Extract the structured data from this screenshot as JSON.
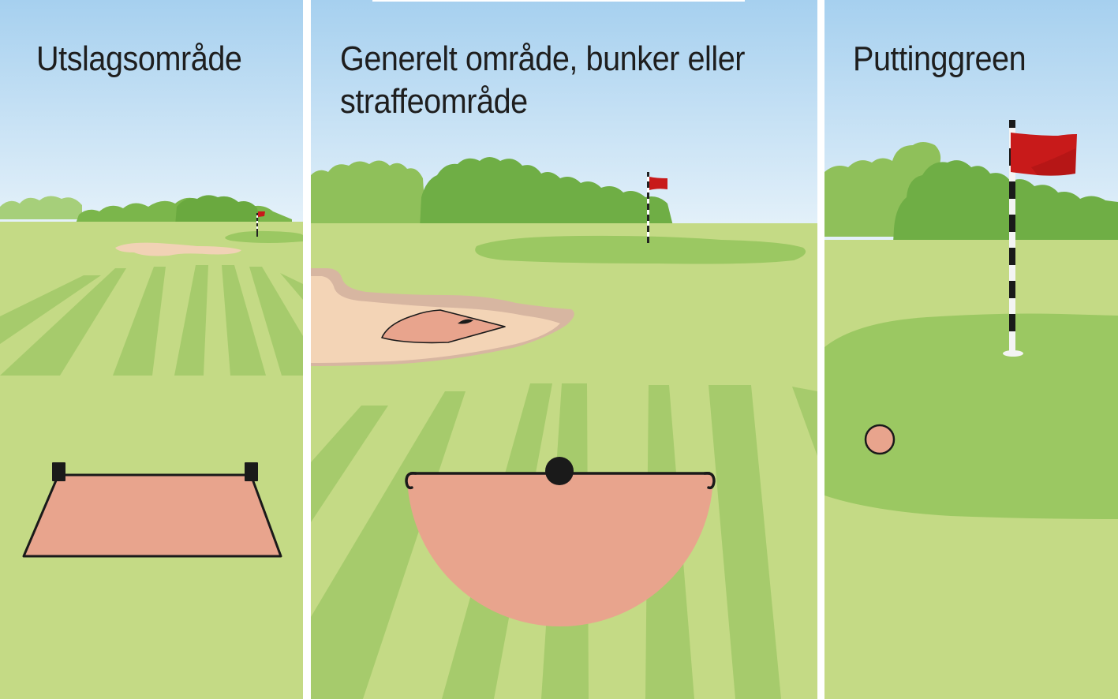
{
  "panels": [
    {
      "id": "teeing-area",
      "title_lines": [
        "Utslagsområde"
      ]
    },
    {
      "id": "general-area",
      "title_lines": [
        "Generelt område, bunker eller",
        "straffeområde"
      ]
    },
    {
      "id": "putting-green",
      "title_lines": [
        "Puttinggreen"
      ]
    }
  ],
  "colors": {
    "sky_top": "#a9d2f0",
    "sky_bottom": "#e4f1fa",
    "fairway": "#c4da85",
    "fairway_stripe": "#a6cb6c",
    "green": "#9bc862",
    "trees_dark": "#6fae45",
    "trees_light": "#8fc05a",
    "sand": "#f3d4b6",
    "sand_edge": "#d7b6a1",
    "relief_area": "#e8a48d",
    "flag": "#c81a1a",
    "outline": "#1a1a1a"
  },
  "icons": [
    "flag-icon",
    "tee-marker-icon",
    "ball-marker-icon",
    "ball-icon"
  ]
}
